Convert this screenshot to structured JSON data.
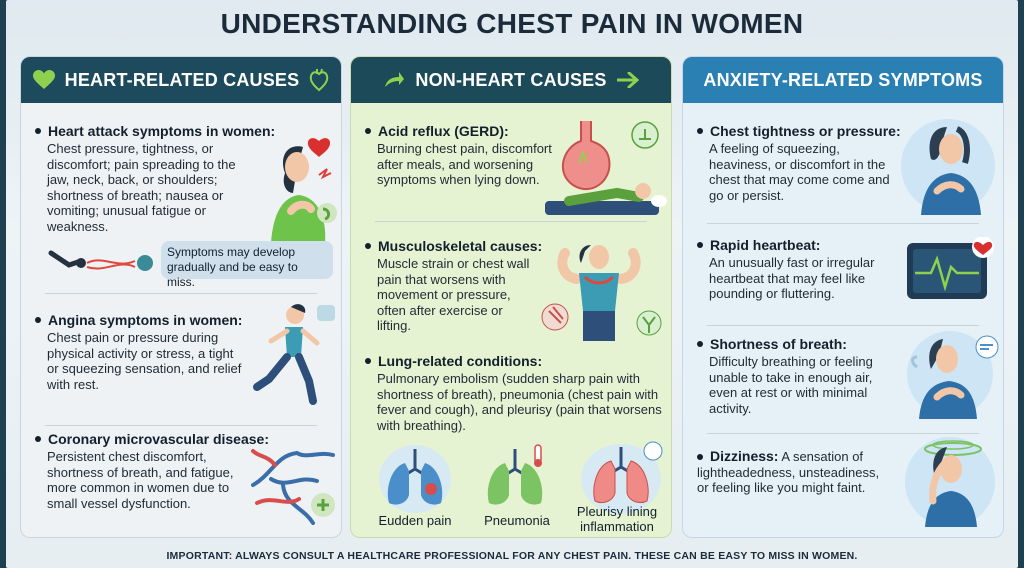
{
  "title": "UNDERSTANDING CHEST PAIN IN WOMEN",
  "col1": {
    "header": "HEART-RELATED CAUSES",
    "heart_attack_title": "Heart attack symptoms in women:",
    "heart_attack_text": "Chest pressure, tightness, or discomfort; pain spreading to the jaw, neck, back, or shoulders; shortness of breath; nausea or vomiting; unusual fatigue or weakness.",
    "note": "Symptoms may develop gradually and be easy to miss.",
    "angina_title": "Angina symptoms in women:",
    "angina_text": "Chest pain or pressure during physical activity or stress, a tight or squeezing sensation, and relief with rest.",
    "cmd_title": "Coronary microvascular disease:",
    "cmd_text": "Persistent chest discomfort, shortness of breath, and fatigue, more common in women due to small vessel dysfunction."
  },
  "col2": {
    "header": "NON-HEART CAUSES",
    "gerd_title": "Acid reflux (GERD):",
    "gerd_text": "Burning chest pain, discomfort after meals, and worsening symptoms when lying down.",
    "msk_title": "Musculoskeletal causes:",
    "msk_text": "Muscle strain or chest wall pain that worsens with movement or pressure, often after exercise or lifting.",
    "lung_title": "Lung-related conditions:",
    "lung_text": "Pulmonary embolism (sudden sharp pain with shortness of breath), pneumonia (chest pain with fever and cough), and pleurisy (pain that worsens with breathing).",
    "lung_labels": [
      "Eudden pain",
      "Pneumonia",
      "Pleurisy lining inflammation"
    ]
  },
  "col3": {
    "header": "ANXIETY-RELATED SYMPTOMS",
    "tight_title": "Chest tightness or pressure:",
    "tight_text": "A feeling of squeezing, heaviness, or discomfort in the chest that may come come and go or persist.",
    "rapid_title": "Rapid heartbeat:",
    "rapid_text": "An unusually fast or irregular heartbeat that may feel like pounding or fluttering.",
    "sob_title": "Shortness of breath:",
    "sob_text": "Difficulty breathing or feeling unable to take in enough air, even at rest or with minimal activity.",
    "dizzy_title": "Dizziness:",
    "dizzy_text": "A sensation of lightheadedness, unsteadiness, or feeling like you might faint."
  },
  "footer": "IMPORTANT: ALWAYS CONSULT A HEALTHCARE PROFESSIONAL FOR ANY CHEST PAIN. THESE CAN BE EASY TO MISS IN WOMEN.",
  "colors": {
    "dark_header": "#1d4a5c",
    "blue_header": "#2a7fb3",
    "green_bg": "#e6f3d3",
    "accent_green": "#8fd14f"
  },
  "icons": [
    "heart-icon",
    "arrow-right-icon",
    "heart-anatomy-icon",
    "stomach-icon",
    "lungs-icon",
    "heartbeat-monitor-icon"
  ]
}
